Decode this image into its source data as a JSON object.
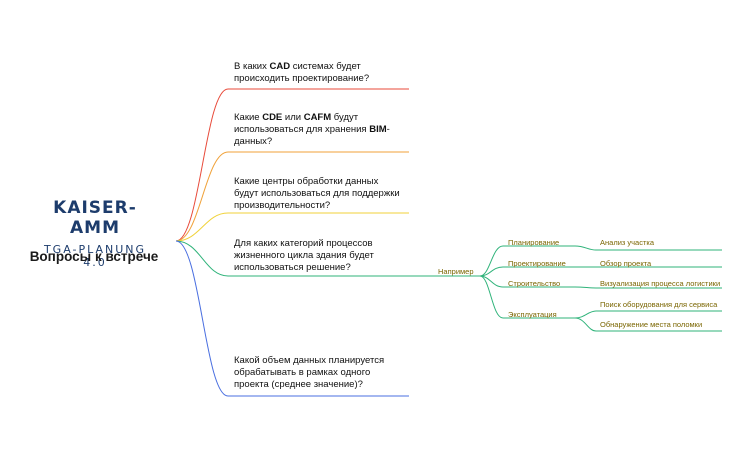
{
  "brand": {
    "name": "KAISER-AMM",
    "subtitle": "TGA-PLANUNG 4.0"
  },
  "root": {
    "title": "Вопросы к встрече"
  },
  "questions": [
    {
      "parts": [
        {
          "text": "В каких ",
          "bold": false
        },
        {
          "text": "CAD",
          "bold": true
        },
        {
          "text": "  системах будет происходить проектирование?",
          "bold": false
        }
      ],
      "color": "#e84a3a"
    },
    {
      "parts": [
        {
          "text": "Какие ",
          "bold": false
        },
        {
          "text": "CDE",
          "bold": true
        },
        {
          "text": " или ",
          "bold": false
        },
        {
          "text": "CAFM",
          "bold": true
        },
        {
          "text": " будут использоваться для хранения ",
          "bold": false
        },
        {
          "text": "BIM",
          "bold": true
        },
        {
          "text": "-данных?",
          "bold": false
        }
      ],
      "color": "#f0a23a"
    },
    {
      "parts": [
        {
          "text": "Какие центры обработки данных будут использоваться для поддержки  производительности?",
          "bold": false
        }
      ],
      "color": "#f0d23a"
    },
    {
      "parts": [
        {
          "text": "Для каких категорий процессов жизненного цикла здания будет использоваться решение?",
          "bold": false
        }
      ],
      "color": "#2fb37a"
    },
    {
      "parts": [
        {
          "text": "Какой объем данных планируется обрабатывать в рамках одного проекта (среднее значение)?",
          "bold": false
        }
      ],
      "color": "#4a6fe0"
    }
  ],
  "example": {
    "label": "Например",
    "stages": [
      {
        "label": "Планирование",
        "items": [
          "Анализ участка"
        ]
      },
      {
        "label": "Проектирование",
        "items": [
          "Обзор проекта"
        ]
      },
      {
        "label": "Строительство",
        "items": [
          "Визуализация процесса логистики"
        ]
      },
      {
        "label": "Эксплуатация",
        "items": [
          "Поиск оборудования для сервиса",
          "Обнаружение места поломки"
        ]
      }
    ],
    "color": "#2fb37a"
  }
}
